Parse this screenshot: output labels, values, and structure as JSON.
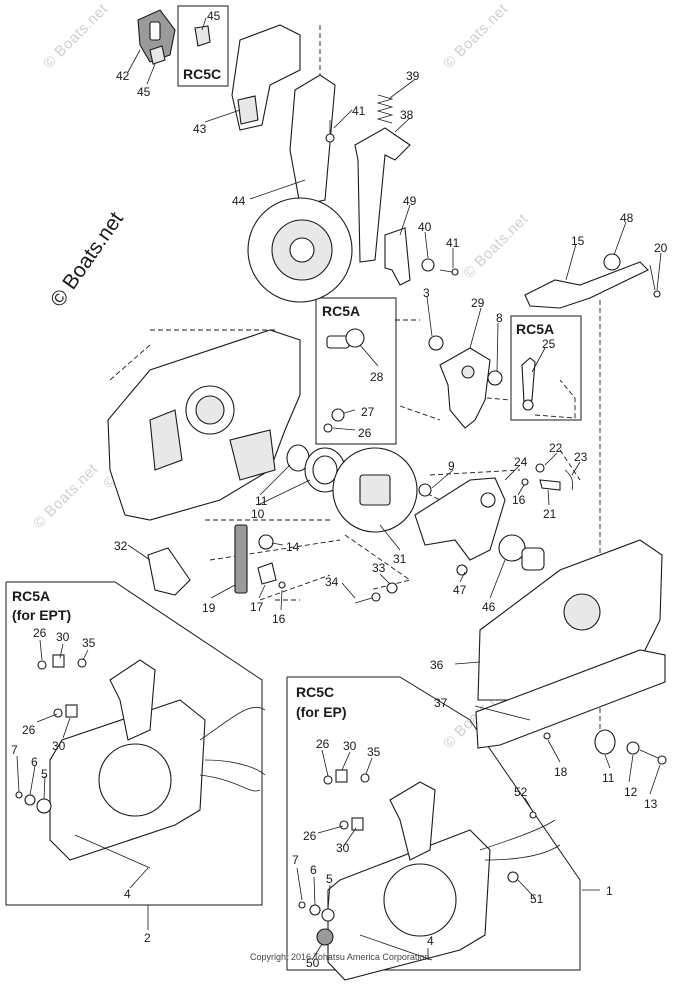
{
  "watermarks": {
    "small": "© Boats.net",
    "brand": "© Boats.net"
  },
  "copyright": "Copyright 2016 Tohatsu America Corporation",
  "group_labels": {
    "rc5c_top": "RC5C",
    "rc5a_upper": "RC5A",
    "rc5a_right": "RC5A",
    "rc5a_ept_line1": "RC5A",
    "rc5a_ept_line2": "(for EPT)",
    "rc5c_ep_line1": "RC5C",
    "rc5c_ep_line2": "(for EP)"
  },
  "callouts": {
    "n45a": "45",
    "n42": "42",
    "n45b": "45",
    "n43": "43",
    "n39": "39",
    "n41a": "41",
    "n38": "38",
    "n44": "44",
    "n49": "49",
    "n40": "40",
    "n41b": "41",
    "n48": "48",
    "n15": "15",
    "n20": "20",
    "n3": "3",
    "n29": "29",
    "n8": "8",
    "n25": "25",
    "n28": "28",
    "n27": "27",
    "n26a": "26",
    "n9": "9",
    "n24": "24",
    "n22": "22",
    "n23": "23",
    "n16a": "16",
    "n21": "21",
    "n11a": "11",
    "n10": "10",
    "n14": "14",
    "n31": "31",
    "n32": "32",
    "n19": "19",
    "n17": "17",
    "n16b": "16",
    "n34": "34",
    "n33": "33",
    "n47": "47",
    "n46": "46",
    "n36": "36",
    "n37": "37",
    "n18": "18",
    "n11b": "11",
    "n12": "12",
    "n13": "13",
    "n26b": "26",
    "n30a": "30",
    "n35a": "35",
    "n26c": "26",
    "n30b": "30",
    "n7a": "7",
    "n6a": "6",
    "n5a": "5",
    "n4a": "4",
    "n2": "2",
    "n26d": "26",
    "n30c": "30",
    "n35b": "35",
    "n52": "52",
    "n26e": "26",
    "n30d": "30",
    "n7b": "7",
    "n6b": "6",
    "n5b": "5",
    "n51": "51",
    "n1": "1",
    "n4b": "4",
    "n50": "50"
  }
}
